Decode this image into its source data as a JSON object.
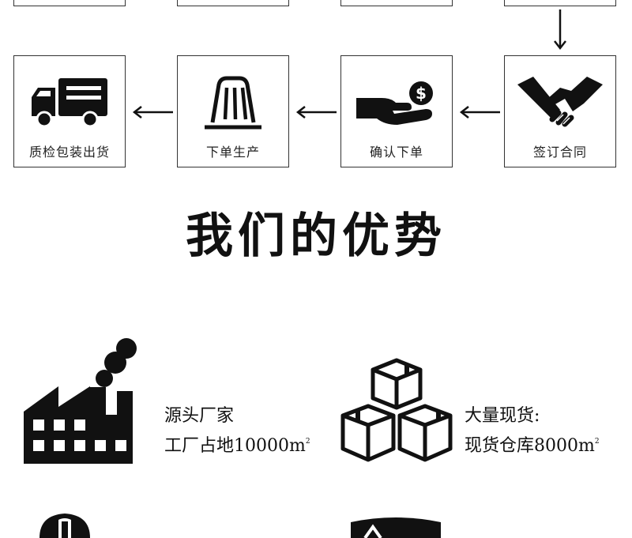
{
  "process": {
    "steps": [
      {
        "label": "签订合同",
        "icon": "handshake-icon"
      },
      {
        "label": "确认下单",
        "icon": "hand-coin-icon"
      },
      {
        "label": "下单生产",
        "icon": "production-machine-icon"
      },
      {
        "label": "质检包装出货",
        "icon": "delivery-truck-icon"
      }
    ]
  },
  "section": {
    "title": "我们的优势"
  },
  "advantages": [
    {
      "icon": "factory-icon",
      "line1": "源头厂家",
      "line2_prefix": "工厂占地10000m",
      "line2_sup": "2"
    },
    {
      "icon": "stacked-boxes-icon",
      "line1": "大量现货:",
      "line2_prefix": "现货仓库8000m",
      "line2_sup": "2"
    }
  ],
  "colors": {
    "ink": "#111111",
    "border": "#333333",
    "background": "#ffffff"
  }
}
